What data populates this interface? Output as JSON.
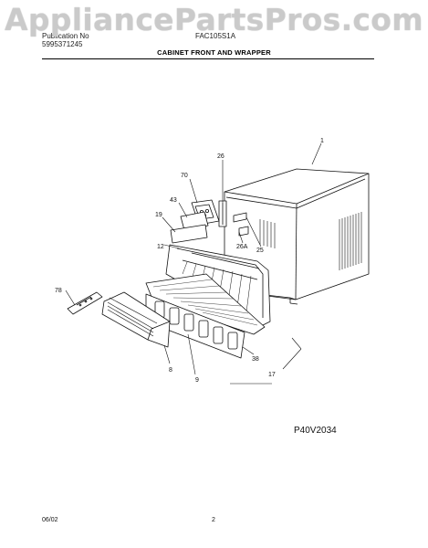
{
  "watermark": "AppliancePartsPros.com",
  "header": {
    "publisher": "Publication No",
    "pub_number": "5995371245",
    "model": "FAC105S1A",
    "section_title": "CABINET FRONT AND WRAPPER"
  },
  "callouts": {
    "c1": "1",
    "c26": "26",
    "c70": "70",
    "c43": "43",
    "c19": "19",
    "c12": "12",
    "c26a": "26A",
    "c25": "25",
    "c78": "78",
    "c8": "8",
    "c9": "9",
    "c38": "38",
    "c17": "17"
  },
  "diagram_code": "P40V2034",
  "footer": {
    "date": "06/02",
    "page": "2"
  }
}
